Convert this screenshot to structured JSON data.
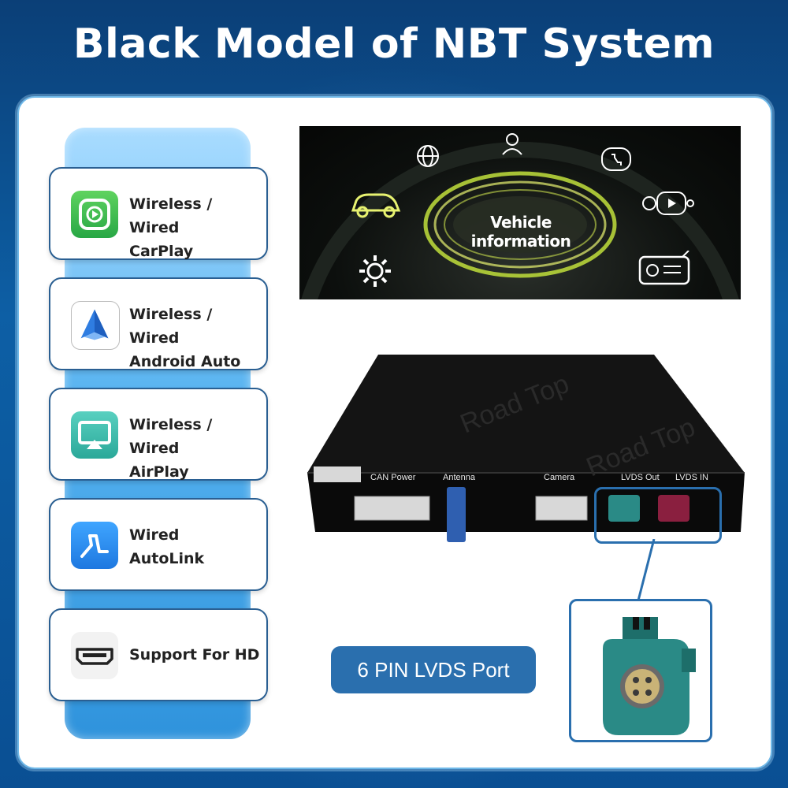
{
  "title": "Black Model of NBT System",
  "features": [
    {
      "icon": "carplay-icon",
      "line1": "Wireless / Wired",
      "line2": "CarPlay"
    },
    {
      "icon": "android-auto-icon",
      "line1": "Wireless / Wired",
      "line2": "Android Auto"
    },
    {
      "icon": "airplay-icon",
      "line1": "Wireless / Wired",
      "line2": "AirPlay"
    },
    {
      "icon": "autolink-icon",
      "line1": "Wired",
      "line2": "AutoLink"
    },
    {
      "icon": "hdmi-icon",
      "line1": "Support For HD"
    }
  ],
  "screen": {
    "label": "Vehicle information"
  },
  "device": {
    "brand": "Road Top",
    "ports": [
      "CAN Power",
      "Antenna",
      "Camera",
      "LVDS Out",
      "LVDS IN"
    ]
  },
  "badge": "6 PIN LVDS Port",
  "colors": {
    "accent": "#2a6fae",
    "background": "#0d5fa5"
  }
}
